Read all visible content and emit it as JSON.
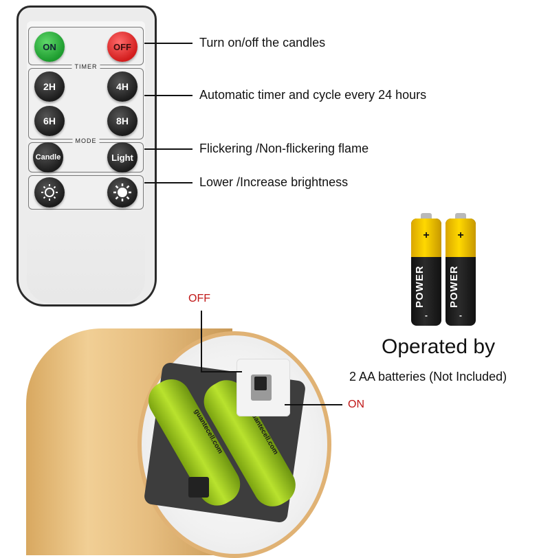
{
  "remote": {
    "buttons": {
      "on": "ON",
      "off": "OFF",
      "h2": "2H",
      "h4": "4H",
      "h6": "6H",
      "h8": "8H",
      "candle": "Candle",
      "light": "Light"
    },
    "sections": {
      "timer": "TIMER",
      "mode": "MODE"
    },
    "icons": [
      "dim-brightness-icon",
      "bright-brightness-icon"
    ]
  },
  "callouts": [
    "Turn on/off the candles",
    "Automatic timer and cycle every 24 hours",
    "Flickering /Non-flickering flame",
    "Lower /Increase brightness"
  ],
  "batteries": {
    "brand": "POWER",
    "plus": "+",
    "minus": "-"
  },
  "operated": {
    "title": "Operated by",
    "subtitle": "2 AA batteries (Not Included)"
  },
  "switch": {
    "off": "OFF",
    "on": "ON"
  },
  "aa_battery_text": "guantecell.com",
  "colors": {
    "on_button": "#1d9b2e",
    "off_button": "#d21d1d",
    "battery_yellow": "#ffd800",
    "aa_green": "#b9e22e",
    "switch_label": "#c01717",
    "candle": "#e6bd7f"
  }
}
